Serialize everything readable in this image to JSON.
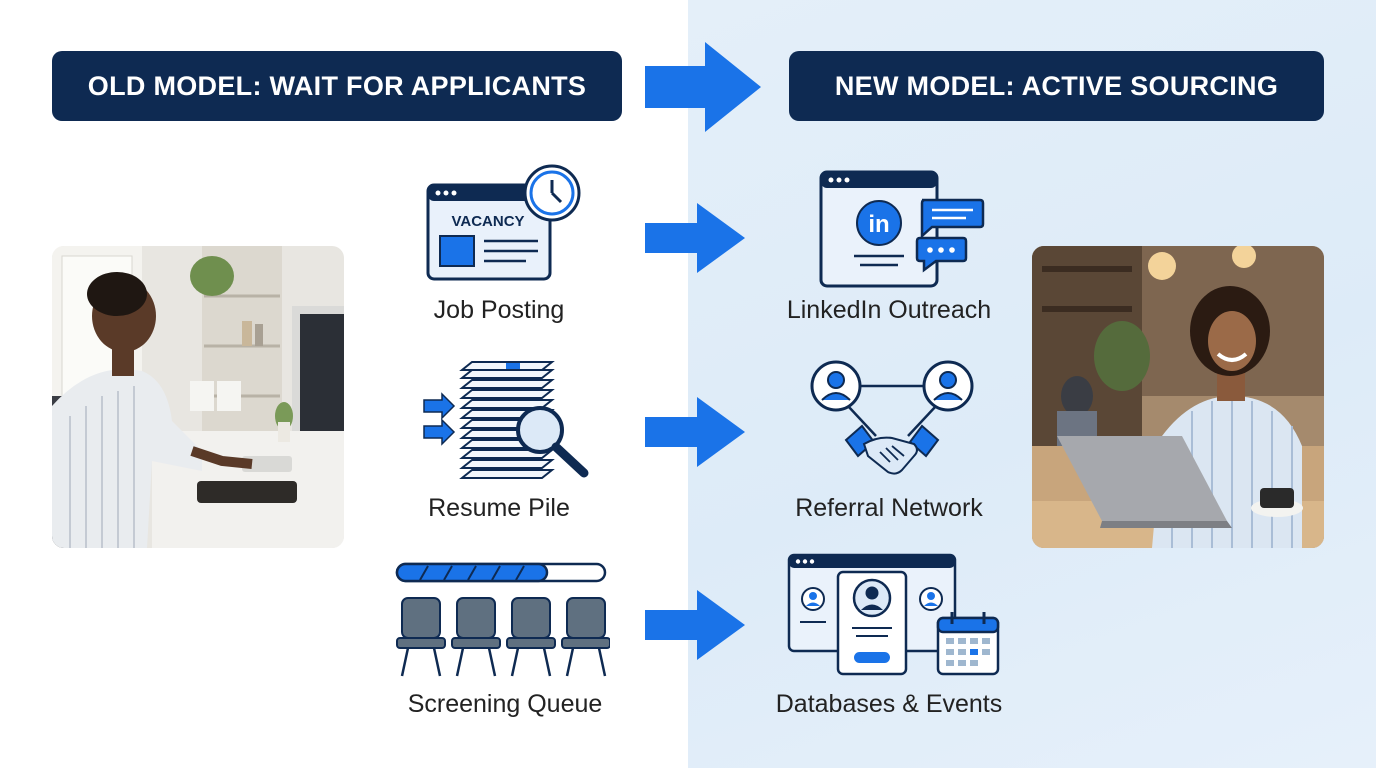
{
  "headers": {
    "old_model": "OLD MODEL: WAIT FOR APPLICANTS",
    "new_model": "NEW MODEL: ACTIVE SOURCING"
  },
  "old_steps": [
    {
      "label": "Job Posting",
      "icon": "vacancy-clock-icon",
      "icon_text": "VACANCY"
    },
    {
      "label": "Resume Pile",
      "icon": "resume-stack-magnifier-icon"
    },
    {
      "label": "Screening Queue",
      "icon": "waiting-chairs-progress-icon"
    }
  ],
  "new_steps": [
    {
      "label": "LinkedIn Outreach",
      "icon": "linkedin-chat-icon",
      "icon_text": "in"
    },
    {
      "label": "Referral Network",
      "icon": "handshake-network-icon"
    },
    {
      "label": "Databases & Events",
      "icon": "profiles-calendar-icon"
    }
  ],
  "photos": {
    "left": "woman-working-at-home-desk-photo",
    "right": "smiling-woman-laptop-cafe-photo"
  },
  "colors": {
    "navy": "#0e2a52",
    "accent_blue": "#1a73e8",
    "icon_light": "#dce9f7",
    "right_panel": "#e2eef9"
  }
}
